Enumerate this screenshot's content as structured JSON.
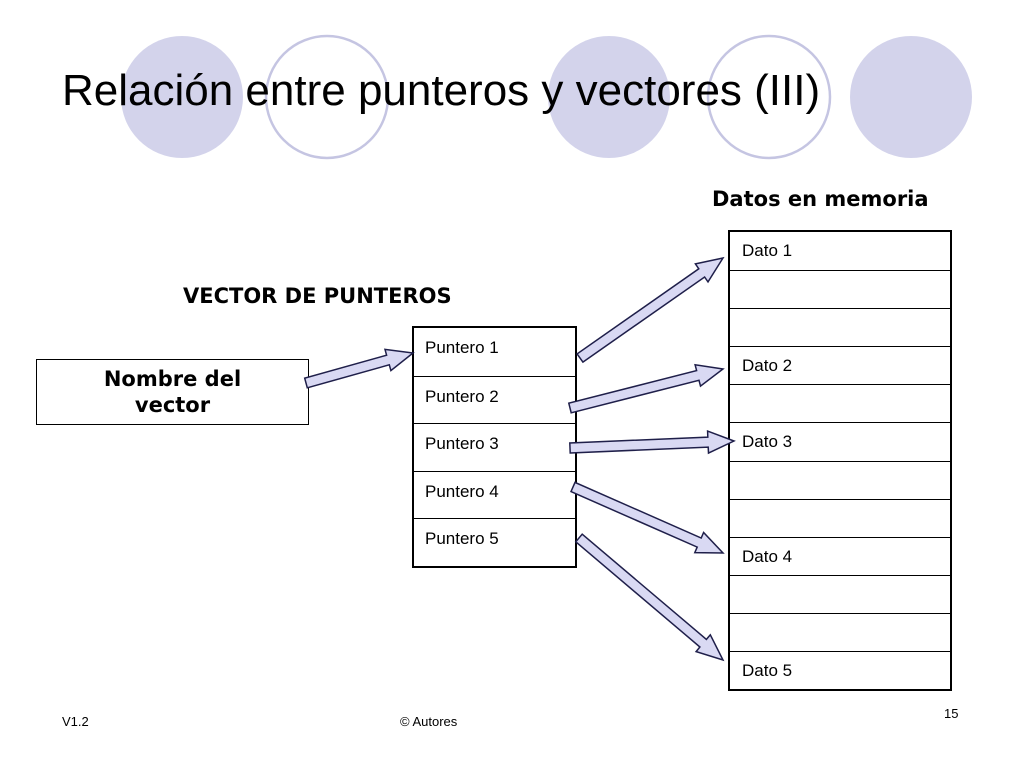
{
  "slide": {
    "title": "Relación entre punteros y vectores (III)",
    "memory_label": "Datos en memoria",
    "vector_label": "VECTOR DE PUNTEROS",
    "name_box": "Nombre del vector"
  },
  "pointers": [
    "Puntero 1",
    "Puntero 2",
    "Puntero 3",
    "Puntero 4",
    "Puntero 5"
  ],
  "memory": [
    "Dato 1",
    "",
    "",
    "Dato 2",
    "",
    "Dato 3",
    "",
    "",
    "Dato 4",
    "",
    "",
    "Dato 5"
  ],
  "colors": {
    "circle_fill": "#d3d3eb",
    "circle_stroke": "#c5c5e2",
    "arrow_fill": "#d9d9f3",
    "arrow_stroke": "#1f1f4a"
  },
  "footer": {
    "version": "V1.2",
    "copyright": "© Autores",
    "page": "15"
  }
}
